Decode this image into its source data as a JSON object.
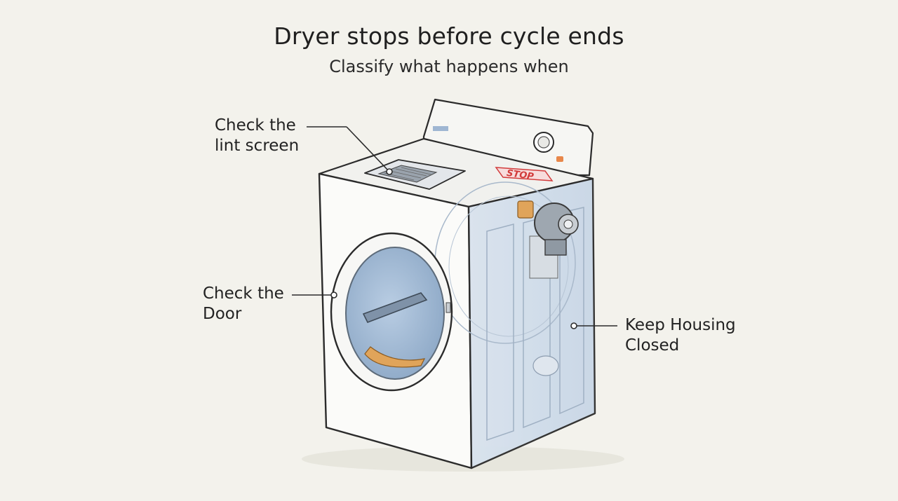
{
  "title": "Dryer stops before cycle ends",
  "subtitle": "Classify what happens when",
  "callouts": {
    "lint_screen": [
      "Check the",
      "lint screen"
    ],
    "door": [
      "Check the",
      "Door"
    ],
    "housing": [
      "Keep Housing",
      "Closed"
    ]
  },
  "panel": {
    "stop_label": "STOP"
  },
  "colors": {
    "background": "#f3f2ec",
    "stop_red": "#d23b3b",
    "accent_orange": "#e0a45a",
    "panel_blue": "#cfdcea"
  },
  "icons": [
    "dryer-illustration",
    "control-knob-icon",
    "stop-button-icon",
    "lint-screen-icon",
    "door-porthole-icon",
    "blower-motor-icon"
  ]
}
